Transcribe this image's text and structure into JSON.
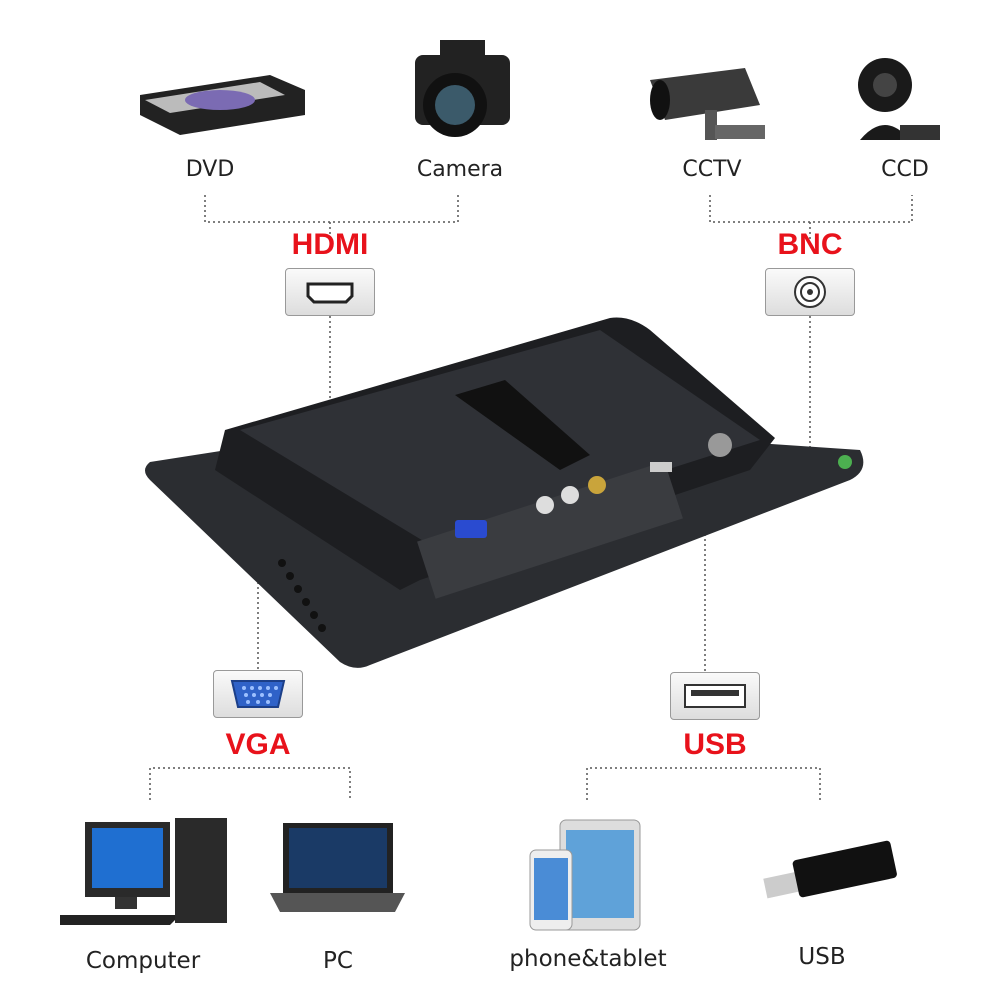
{
  "sources_top": {
    "dvd": "DVD",
    "camera": "Camera",
    "cctv": "CCTV",
    "ccd": "CCD"
  },
  "ports": {
    "hdmi": "HDMI",
    "bnc": "BNC",
    "vga": "VGA",
    "usb": "USB"
  },
  "devices_bottom": {
    "computer": "Computer",
    "pc": "PC",
    "phone_tablet": "phone&tablet",
    "usb_drive": "USB"
  },
  "colors": {
    "port_label": "#e8121b",
    "monitor": "#2b2d31",
    "connector_line": "#555555"
  }
}
